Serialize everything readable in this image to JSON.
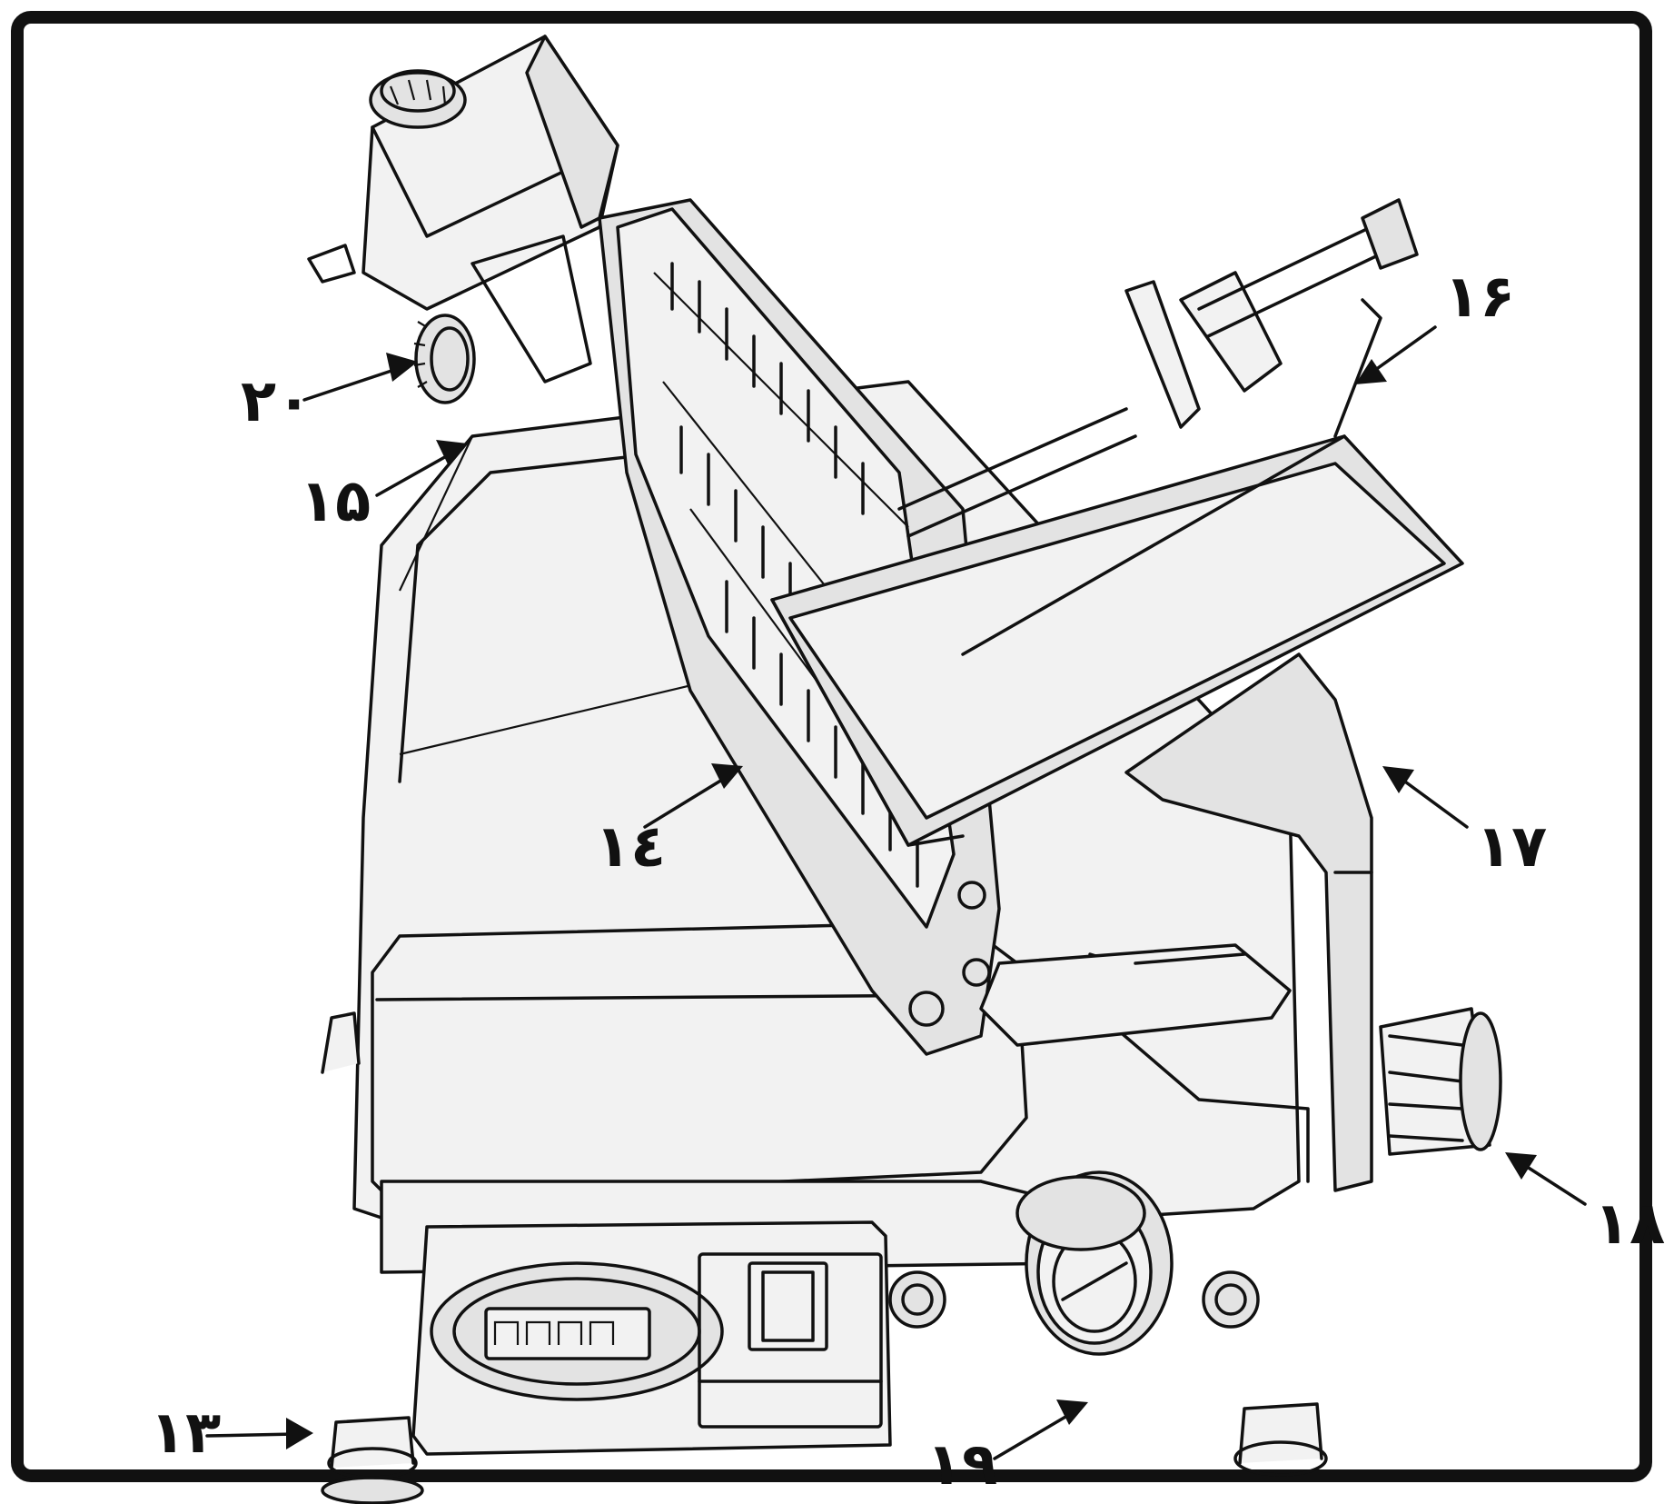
{
  "callouts": [
    {
      "id": "13",
      "text": "۱۳"
    },
    {
      "id": "14",
      "text": "١٤"
    },
    {
      "id": "15",
      "text": "۱۵"
    },
    {
      "id": "16",
      "text": "۱۶"
    },
    {
      "id": "17",
      "text": "۱۷"
    },
    {
      "id": "18",
      "text": "۱۸"
    },
    {
      "id": "19",
      "text": "۱۹"
    },
    {
      "id": "20",
      "text": "۲۰"
    }
  ],
  "colors": {
    "line": "#111111",
    "shade_light": "#e3e3e3",
    "shade_mid": "#cfcfcf",
    "paper": "#ffffff"
  }
}
